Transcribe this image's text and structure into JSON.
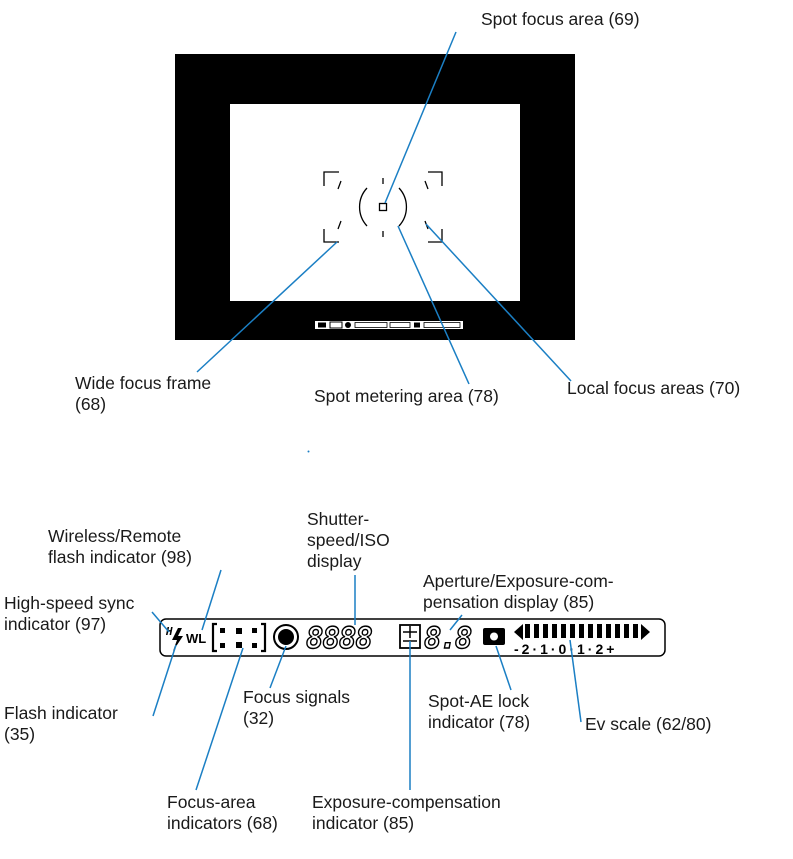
{
  "labels": {
    "spot_focus_area": "Spot focus area (69)",
    "wide_focus_frame": [
      "Wide focus frame",
      "(68)"
    ],
    "spot_metering_area": "Spot metering area (78)",
    "local_focus_areas": "Local focus areas (70)",
    "shutter_speed_iso": [
      "Shutter-",
      "speed/ISO",
      "display"
    ],
    "wireless_remote_flash": [
      "Wireless/Remote",
      "flash indicator (98)"
    ],
    "aperture_exposure_comp": [
      "Aperture/Exposure-com-",
      "pensation display (85)"
    ],
    "high_speed_sync": [
      "High-speed sync",
      "indicator (97)"
    ],
    "flash_indicator": [
      "Flash indicator",
      "(35)"
    ],
    "focus_signals": [
      "Focus signals",
      "(32)"
    ],
    "spot_ae_lock": [
      "Spot-AE lock",
      "indicator (78)"
    ],
    "ev_scale": "Ev scale (62/80)",
    "focus_area_indicators": [
      "Focus-area",
      "indicators (68)"
    ],
    "exposure_comp_indicator": [
      "Exposure-compensation",
      "indicator (85)"
    ]
  },
  "display": {
    "hs_mark": "H",
    "wl_mark": "WL",
    "shutter_digits": "8888",
    "aperture_digits": "8.8",
    "ev_scale_numbers": "-2·1·0·1·2+"
  },
  "colors": {
    "leader_lines": "#1b7fc4",
    "viewfinder_frame": "#000000"
  }
}
